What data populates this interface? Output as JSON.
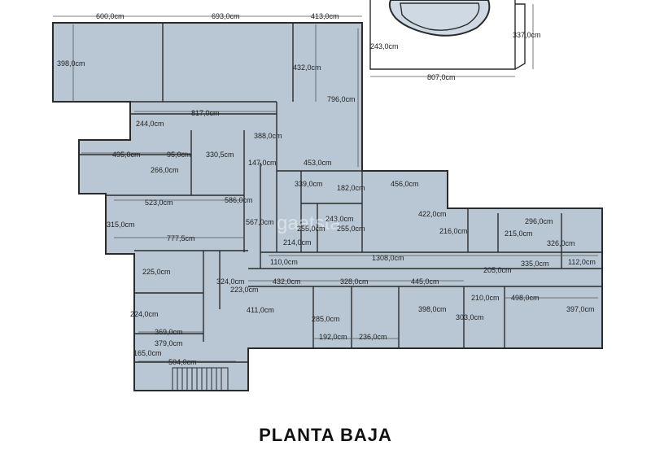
{
  "title": "PLANTA BAJA",
  "watermark": "gaatsta",
  "colors": {
    "floor": "#b9c7d4",
    "wall": "#2b2b2b",
    "pool": "#cfd9e3"
  },
  "dimensions": {
    "d600": "600,0cm",
    "d693": "693,0cm",
    "d413": "413,0cm",
    "d243": "243,0cm",
    "d807": "807,0cm",
    "d337": "337,0cm",
    "d398a": "398,0cm",
    "d432a": "432,0cm",
    "d796": "796,0cm",
    "d817": "817,0cm",
    "d244": "244,0cm",
    "d388": "388,0cm",
    "d495": "495,0cm",
    "d95": "95,0cm",
    "d330": "330,5cm",
    "d147": "147,0cm",
    "d453": "453,0cm",
    "d266": "266,0cm",
    "d339": "339,0cm",
    "d182": "182,0cm",
    "d456": "456,0cm",
    "d523": "523,0cm",
    "d586": "586,0cm",
    "d567": "567,0cm",
    "d243b": "243,0cm",
    "d422": "422,0cm",
    "d296": "296,0cm",
    "d255a": "255,0cm",
    "d255b": "255,0cm",
    "d315": "315,0cm",
    "d216": "216,0cm",
    "d215": "215,0cm",
    "d326a": "326,0cm",
    "d777": "777,5cm",
    "d214": "214,0cm",
    "d1308": "1308,0cm",
    "d110": "110,0cm",
    "d335": "335,0cm",
    "d112": "112,0cm",
    "d225": "225,0cm",
    "d205": "205,0cm",
    "d324": "324,0cm",
    "d432b": "432,0cm",
    "d328": "328,0cm",
    "d445": "445,0cm",
    "d223": "223,0cm",
    "d210": "210,0cm",
    "d498": "498,0cm",
    "d224": "224,0cm",
    "d411": "411,0cm",
    "d398b": "398,0cm",
    "d303": "303,0cm",
    "d397": "397,0cm",
    "d285": "285,0cm",
    "d369": "369,0cm",
    "d192": "192,0cm",
    "d236": "236,0cm",
    "d379": "379,0cm",
    "d165": "165,0cm",
    "d504": "504,0cm"
  }
}
